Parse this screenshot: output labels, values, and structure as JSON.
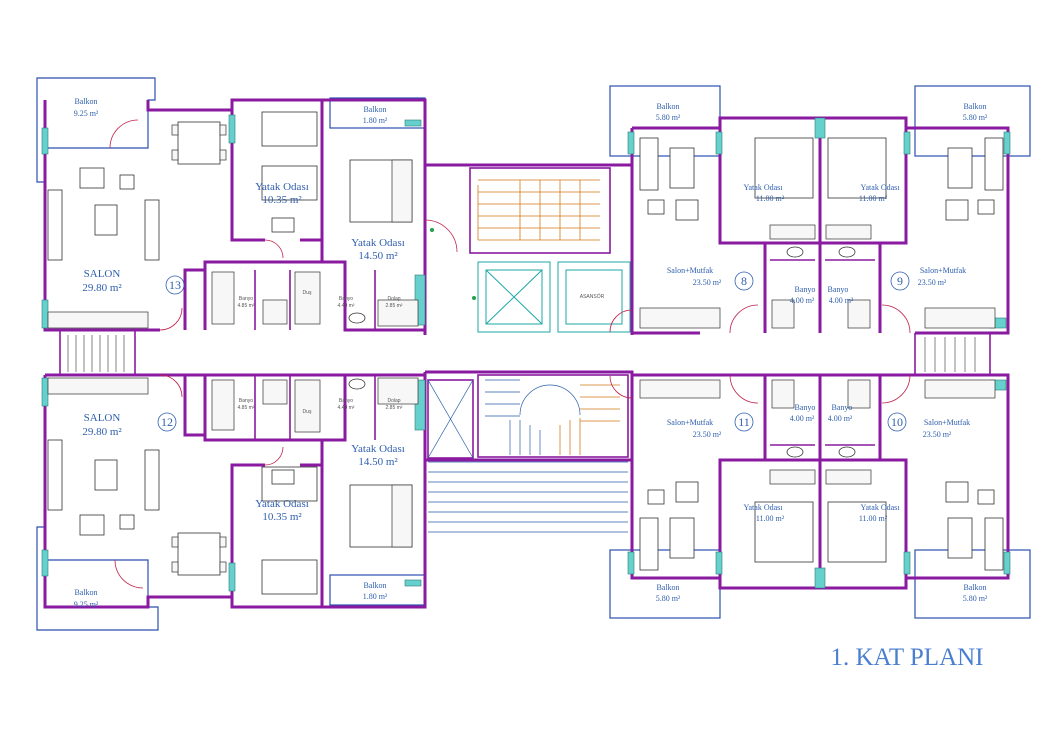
{
  "title": "1. KAT PLANI",
  "rooms": {
    "balkon_9_25": "Balkon",
    "balkon_9_25_area": "9.25 m²",
    "balkon_1_80": "Balkon",
    "balkon_1_80_area": "1.80 m²",
    "balkon_5_80": "Balkon",
    "balkon_5_80_area": "5.80 m²",
    "salon": "SALON",
    "salon_area": "29.80 m²",
    "yatak": "Yatak Odası",
    "yatak_10_35": "10.35 m²",
    "yatak_14_50": "14.50 m²",
    "yatak_11_00": "11.00 m²",
    "salon_mutfak": "Salon+Mutfak",
    "salon_mutfak_area": "23.50 m²",
    "banyo": "Banyo",
    "banyo_4_00": "4.00 m²",
    "banyo_4_85": "4.85 m²",
    "banyo_4_40": "4.40 m²",
    "dus": "Duş",
    "dolap": "Dolap",
    "dolap_area": "2.85 m²",
    "asansor": "ASANSÖR"
  },
  "units": [
    "8",
    "9",
    "10",
    "11",
    "12",
    "13"
  ]
}
